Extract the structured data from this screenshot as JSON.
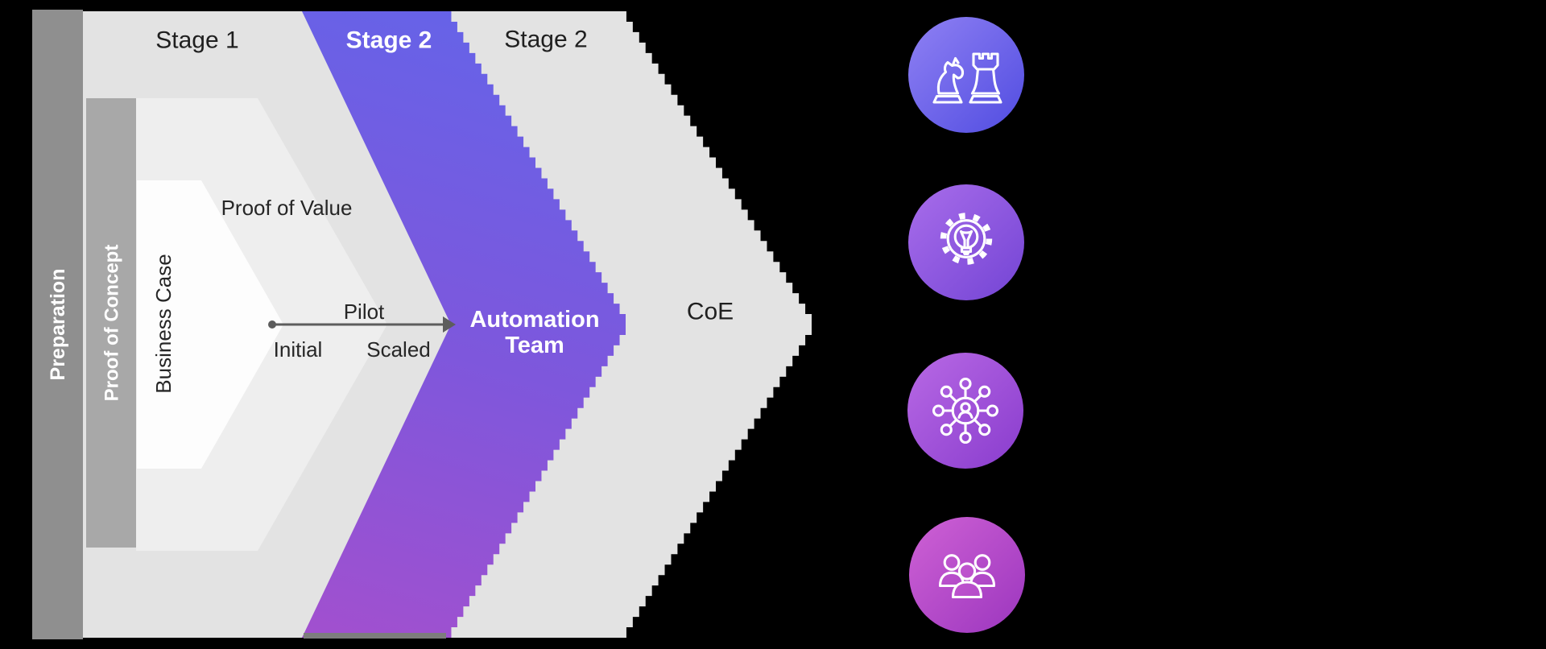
{
  "diagram": {
    "stage_labels": [
      {
        "label": "Stage 1"
      },
      {
        "label": "Stage 2"
      },
      {
        "label": "Stage 2"
      }
    ],
    "side_bars": [
      {
        "label": "Preparation"
      },
      {
        "label": "Proof of Concept"
      }
    ],
    "chevron_labels": {
      "business_case": "Business Case",
      "proof_of_value": "Proof of Value",
      "coe": "CoE"
    },
    "pilot_axis": {
      "title": "Pilot",
      "start_label": "Initial",
      "end_label": "Scaled"
    },
    "automation_team": {
      "line1": "Automation",
      "line2": "Team"
    },
    "colors": {
      "background": "#000000",
      "bar_preparation": "#8f8f8f",
      "bar_proof_of_concept": "#a8a8a8",
      "arrow_gray": "#e3e3e3",
      "band_light": "#eeeeee",
      "band_white": "#fdfdfd",
      "purple_top": "#6165ea",
      "purple_mid": "#7e57dc",
      "purple_bottom": "#ab4ecb",
      "text_dark": "#1f1f1f",
      "text_white": "#ffffff",
      "pilot_arrow": "#5d5d5d",
      "bottom_shadow": "#7d7d7d"
    }
  },
  "icons": [
    {
      "name": "chess-strategy-icon",
      "gradient": [
        "#8b7df2",
        "#5550e2"
      ]
    },
    {
      "name": "gear-lightbulb-icon",
      "gradient": [
        "#a56ae9",
        "#7747d6"
      ]
    },
    {
      "name": "people-network-icon",
      "gradient": [
        "#b566e3",
        "#8c3fcf"
      ]
    },
    {
      "name": "team-group-icon",
      "gradient": [
        "#cb5ed3",
        "#9f39c0"
      ]
    }
  ]
}
